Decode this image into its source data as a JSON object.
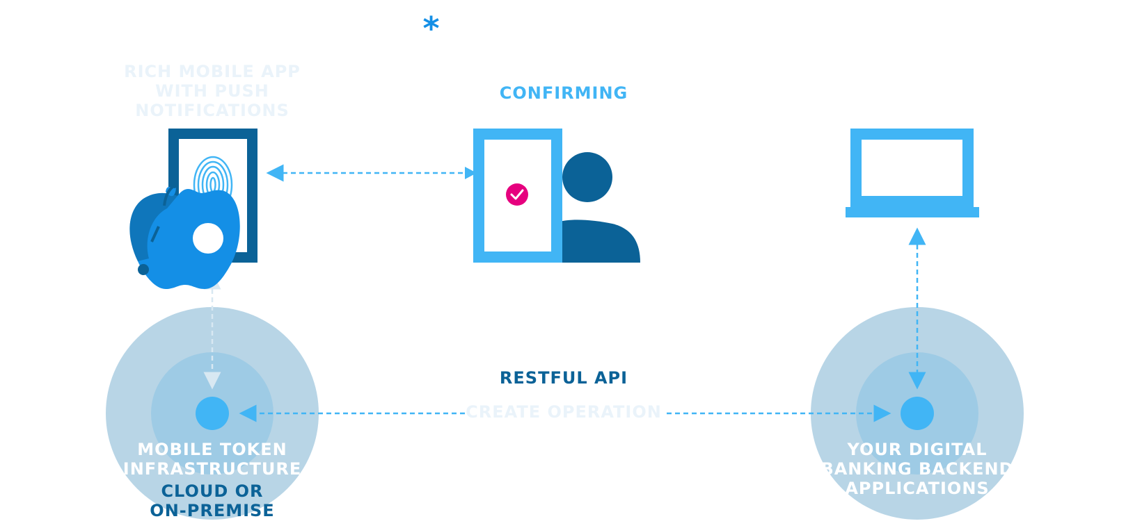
{
  "marker": "*",
  "labels": {
    "mobile_app": [
      "RICH MOBILE APP",
      "WITH  PUSH",
      "NOTIFICATIONS"
    ],
    "confirming": "CONFIRMING",
    "restful_api": "RESTFUL API",
    "create_operation": "CREATE OPERATION",
    "token_infra": [
      "MOBILE TOKEN",
      "INFRASTRUCTURE"
    ],
    "deployment": [
      "CLOUD OR",
      "ON-PREMISE"
    ],
    "backend": [
      "YOUR DIGITAL",
      "BANKING BACKEND",
      "APPLICATIONS"
    ]
  },
  "colors": {
    "light_blue": "#41b5f5",
    "dark_blue": "#0b6297",
    "apple_blue": "#148fe6",
    "check_pink": "#e6007e",
    "ring_outer": "#b8d5e6",
    "ring_inner": "#9ecbe5"
  },
  "icons": {
    "phone": "phone-fingerprint-icon",
    "apple": "apple-icon",
    "confirm": "phone-user-confirm-icon",
    "laptop": "laptop-icon"
  }
}
